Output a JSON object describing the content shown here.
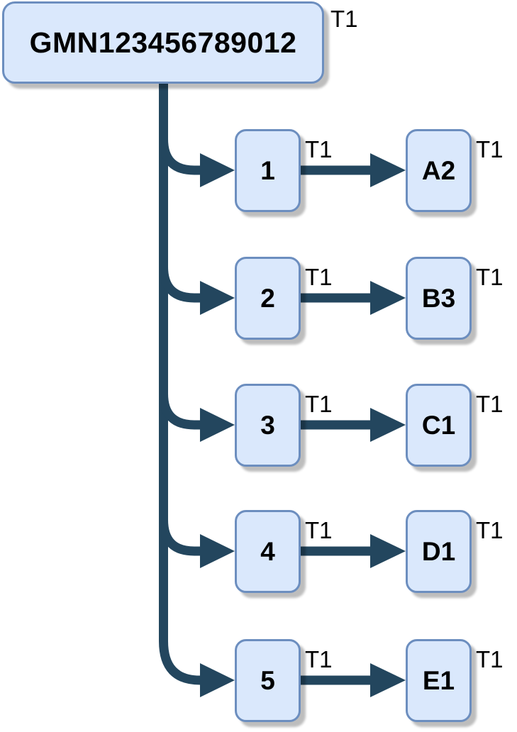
{
  "diagram": {
    "root": {
      "label": "GMN123456789012",
      "tag": "T1"
    },
    "rows": [
      {
        "source": {
          "label": "1",
          "tag": "T1"
        },
        "target": {
          "label": "A2",
          "tag": "T1"
        }
      },
      {
        "source": {
          "label": "2",
          "tag": "T1"
        },
        "target": {
          "label": "B3",
          "tag": "T1"
        }
      },
      {
        "source": {
          "label": "3",
          "tag": "T1"
        },
        "target": {
          "label": "C1",
          "tag": "T1"
        }
      },
      {
        "source": {
          "label": "4",
          "tag": "T1"
        },
        "target": {
          "label": "D1",
          "tag": "T1"
        }
      },
      {
        "source": {
          "label": "5",
          "tag": "T1"
        },
        "target": {
          "label": "E1",
          "tag": "T1"
        }
      }
    ],
    "colors": {
      "node_fill": "#dae8fc",
      "node_border": "#6c8ebf",
      "connector": "#23465e",
      "label_text": "#000000",
      "background": "#ffffff"
    }
  }
}
